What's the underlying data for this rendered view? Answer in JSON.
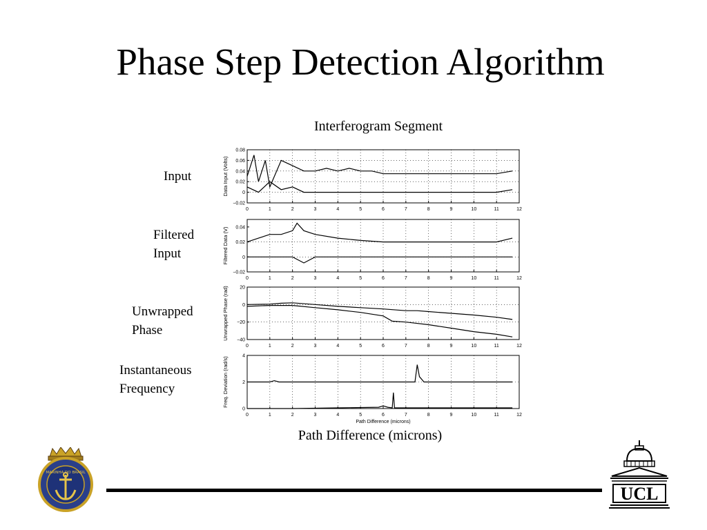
{
  "slide": {
    "title": "Phase Step Detection Algorithm",
    "segment_title": "Interferogram Segment",
    "path_label": "Path Difference (microns)",
    "rows": [
      {
        "label": "Input"
      },
      {
        "label": "Filtered\nInput"
      },
      {
        "label": "Unwrapped\nPhase"
      },
      {
        "label": "Instantaneous\nFrequency"
      }
    ],
    "logos": {
      "left_emblem_text": "MARINHA DO BRASIL",
      "right_logo_text": "UCL"
    },
    "colors": {
      "line": "#000000",
      "background": "#ffffff"
    }
  },
  "chart_data": [
    {
      "type": "line",
      "ylabel": "Data Input (Volts)",
      "xlim": [
        0,
        12
      ],
      "ylim": [
        -0.02,
        0.08
      ],
      "xticks": [
        "0",
        "1",
        "2",
        "3",
        "4",
        "5",
        "6",
        "7",
        "8",
        "9",
        "10",
        "11",
        "12"
      ],
      "yticks": [
        "-0.02",
        "0",
        "0.02",
        "0.04",
        "0.06",
        "0.08"
      ],
      "grid": true,
      "series": [
        {
          "x": [
            0,
            0.3,
            0.5,
            0.8,
            1.0,
            1.5,
            2.0,
            2.5,
            3.0,
            3.5,
            4.0,
            4.5,
            5.0,
            5.5,
            6.0,
            7.0,
            8.0,
            9.0,
            10.0,
            11.0,
            11.7
          ],
          "y": [
            0.03,
            0.07,
            0.02,
            0.06,
            0.01,
            0.06,
            0.05,
            0.04,
            0.04,
            0.045,
            0.04,
            0.045,
            0.04,
            0.04,
            0.035,
            0.035,
            0.035,
            0.035,
            0.035,
            0.035,
            0.04
          ]
        },
        {
          "x": [
            0,
            0.5,
            1.0,
            1.5,
            2.0,
            2.5,
            3.0,
            4.0,
            5.0,
            6.0,
            7.0,
            8.0,
            9.0,
            10.0,
            11.0,
            11.7
          ],
          "y": [
            0.01,
            0.0,
            0.02,
            0.005,
            0.01,
            0.0,
            0.0,
            0.0,
            0.0,
            0.0,
            0.0,
            0.0,
            0.0,
            0.0,
            0.0,
            0.005
          ]
        }
      ]
    },
    {
      "type": "line",
      "ylabel": "Filtered Data (V)",
      "xlim": [
        0,
        12
      ],
      "ylim": [
        -0.02,
        0.05
      ],
      "xticks": [
        "0",
        "1",
        "2",
        "3",
        "4",
        "5",
        "6",
        "7",
        "8",
        "9",
        "10",
        "11",
        "12"
      ],
      "yticks": [
        "-0.02",
        "0",
        "0.02",
        "0.04"
      ],
      "grid": true,
      "series": [
        {
          "x": [
            0,
            0.5,
            1.0,
            1.5,
            2.0,
            2.2,
            2.5,
            3.0,
            4.0,
            5.0,
            6.0,
            7.0,
            8.0,
            9.0,
            10.0,
            11.0,
            11.7
          ],
          "y": [
            0.02,
            0.025,
            0.03,
            0.03,
            0.035,
            0.045,
            0.035,
            0.03,
            0.025,
            0.022,
            0.02,
            0.02,
            0.02,
            0.02,
            0.02,
            0.02,
            0.025
          ]
        },
        {
          "x": [
            0,
            1.0,
            2.0,
            2.5,
            3.0,
            4.0,
            5.0,
            6.0,
            7.0,
            8.0,
            9.0,
            10.0,
            11.0,
            11.7
          ],
          "y": [
            0.0,
            0.0,
            0.0,
            -0.008,
            0.0,
            0.0,
            0.0,
            0.0,
            0.0,
            0.0,
            0.0,
            0.0,
            0.0,
            0.0
          ]
        }
      ]
    },
    {
      "type": "line",
      "ylabel": "Unwrapped Phase (rad)",
      "xlim": [
        0,
        12
      ],
      "ylim": [
        -40,
        20
      ],
      "xticks": [
        "0",
        "1",
        "2",
        "3",
        "4",
        "5",
        "6",
        "7",
        "8",
        "9",
        "10",
        "11",
        "12"
      ],
      "yticks": [
        "-40",
        "-20",
        "0",
        "20"
      ],
      "grid": true,
      "series": [
        {
          "x": [
            0,
            1.0,
            1.5,
            2.0,
            3.0,
            4.0,
            5.0,
            6.0,
            7.0,
            7.5,
            8.0,
            9.0,
            10.0,
            11.0,
            11.7
          ],
          "y": [
            0,
            0.5,
            1.5,
            2,
            0,
            -2,
            -3.5,
            -5,
            -7,
            -7,
            -8,
            -10,
            -12,
            -14.5,
            -17
          ]
        },
        {
          "x": [
            0,
            1.0,
            2.0,
            3.0,
            4.0,
            5.0,
            6.0,
            6.4,
            7.0,
            8.0,
            9.0,
            10.0,
            11.0,
            11.7
          ],
          "y": [
            -2,
            -1,
            -1,
            -3.5,
            -6,
            -9,
            -13,
            -19,
            -20,
            -23,
            -27,
            -31,
            -34,
            -37
          ]
        }
      ]
    },
    {
      "type": "line",
      "ylabel": "Freq. Deviation (rad/s)",
      "xlabel": "Path Difference (microns)",
      "xlim": [
        0,
        12
      ],
      "ylim": [
        0,
        4
      ],
      "xticks": [
        "0",
        "1",
        "2",
        "3",
        "4",
        "5",
        "6",
        "7",
        "8",
        "9",
        "10",
        "11",
        "12"
      ],
      "yticks": [
        "0",
        "2",
        "4"
      ],
      "grid": true,
      "series": [
        {
          "x": [
            0,
            1.0,
            1.2,
            1.4,
            2.0,
            4.0,
            6.0,
            7.4,
            7.5,
            7.6,
            7.8,
            8.0,
            10.0,
            11.7
          ],
          "y": [
            2,
            2,
            2.1,
            2,
            2,
            2,
            2,
            2,
            3.3,
            2.4,
            2,
            2,
            2,
            2
          ]
        },
        {
          "x": [
            0,
            2.0,
            4.0,
            5.8,
            6.0,
            6.2,
            6.4,
            6.45,
            6.5,
            6.6,
            7.0,
            8.0,
            10.0,
            11.7
          ],
          "y": [
            0,
            0,
            0.05,
            0.1,
            0.2,
            0.1,
            0.05,
            1.2,
            0.05,
            0.05,
            0.05,
            0.05,
            0.05,
            0.05
          ]
        }
      ]
    }
  ]
}
